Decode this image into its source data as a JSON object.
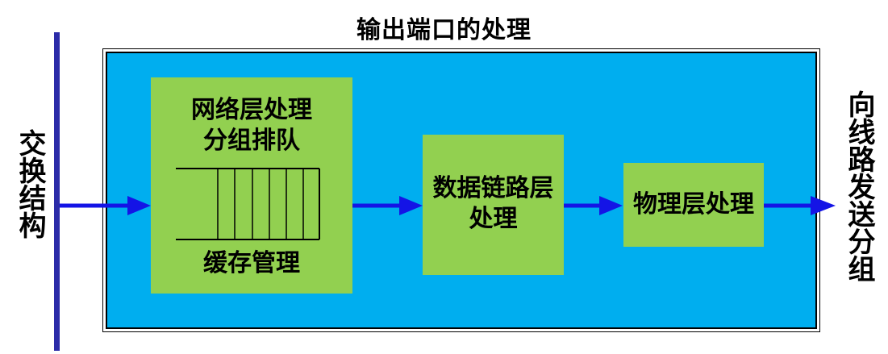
{
  "title": "输出端口的处理",
  "left_label": "交换结构",
  "right_label": "向线路发送分组",
  "box1": {
    "line1": "网络层处理",
    "line2": "分组排队",
    "line3": "缓存管理"
  },
  "box2": {
    "line1": "数据链路层",
    "line2": "处理"
  },
  "box3": {
    "label": "物理层处理"
  },
  "colors": {
    "panel": "#00aeef",
    "box": "#92d050",
    "arrow": "#1414e6",
    "switch_bar": "#2b2ba8"
  }
}
